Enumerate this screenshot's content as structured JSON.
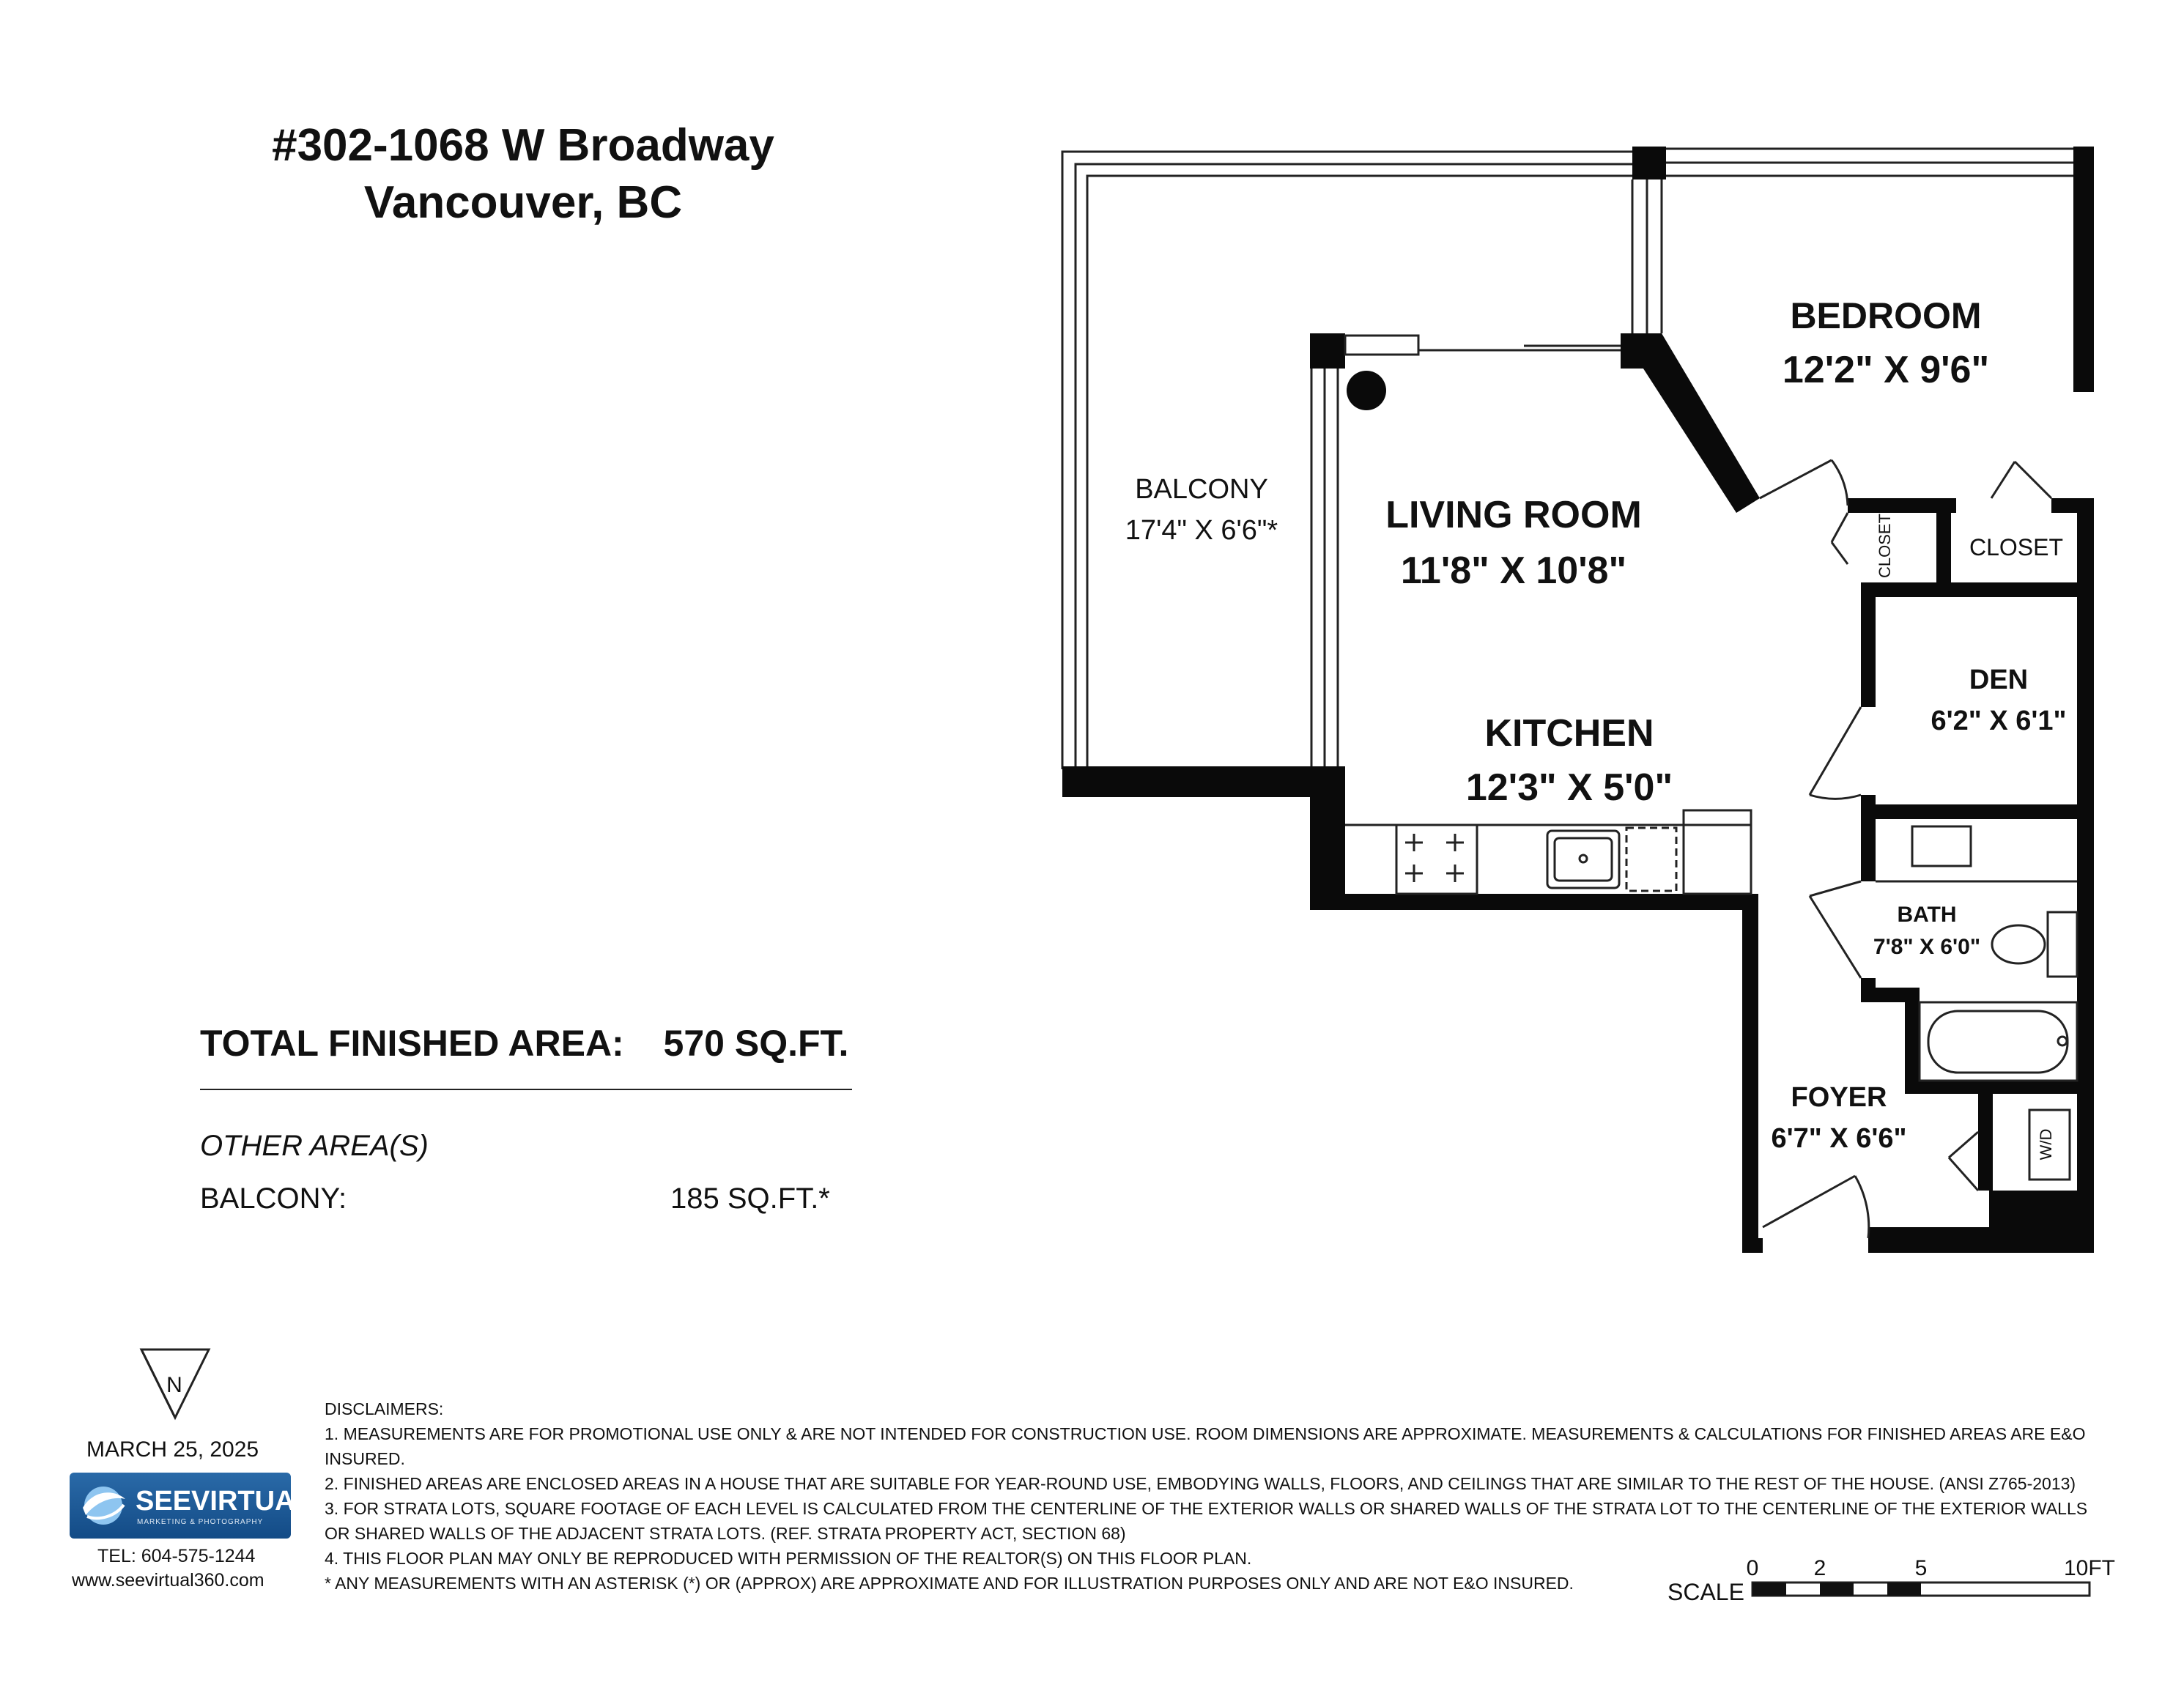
{
  "header": {
    "address_line1": "#302-1068 W Broadway",
    "address_line2": "Vancouver, BC"
  },
  "areas": {
    "total_label": "TOTAL FINISHED AREA:",
    "total_value": "570 SQ.FT.",
    "other_heading": "OTHER AREA(S)",
    "balcony_label": "BALCONY:",
    "balcony_value": "185  SQ.FT.*"
  },
  "rooms": {
    "bedroom": {
      "name": "BEDROOM",
      "dims": "12'2\" X 9'6\""
    },
    "balcony": {
      "name": "BALCONY",
      "dims": "17'4\" X 6'6\"*"
    },
    "living": {
      "name": "LIVING ROOM",
      "dims": "11'8\" X 10'8\""
    },
    "kitchen": {
      "name": "KITCHEN",
      "dims": "12'3\" X 5'0\""
    },
    "closet_small": {
      "name": "CLOSET"
    },
    "closet": {
      "name": "CLOSET"
    },
    "den": {
      "name": "DEN",
      "dims": "6'2\" X 6'1\""
    },
    "bath": {
      "name": "BATH",
      "dims": "7'8\" X 6'0\""
    },
    "foyer": {
      "name": "FOYER",
      "dims": "6'7\" X 6'6\""
    },
    "washer_dryer": {
      "name": "W/D"
    }
  },
  "footer": {
    "north_label": "N",
    "date": "MARCH 25, 2025",
    "logo_name": "SEEVIRTUAL",
    "logo_tagline": "MARKETING & PHOTOGRAPHY",
    "tel": "TEL: 604-575-1244",
    "website": "www.seevirtual360.com",
    "disclaimers_title": "DISCLAIMERS:",
    "disclaimers": [
      "1. MEASUREMENTS ARE FOR PROMOTIONAL USE ONLY & ARE NOT INTENDED FOR CONSTRUCTION USE. ROOM DIMENSIONS ARE APPROXIMATE. MEASUREMENTS & CALCULATIONS FOR FINISHED AREAS ARE E&O INSURED.",
      "2. FINISHED AREAS ARE ENCLOSED AREAS IN A HOUSE THAT ARE SUITABLE FOR YEAR-ROUND USE, EMBODYING WALLS, FLOORS, AND CEILINGS THAT ARE SIMILAR TO THE REST OF THE HOUSE. (ANSI Z765-2013)",
      "3. FOR STRATA LOTS, SQUARE FOOTAGE OF EACH LEVEL IS CALCULATED FROM THE CENTERLINE OF THE EXTERIOR WALLS OR SHARED WALLS OF THE STRATA LOT TO THE CENTERLINE OF THE EXTERIOR WALLS OR SHARED WALLS OF THE ADJACENT STRATA LOTS. (REF. STRATA PROPERTY ACT, SECTION 68)",
      "4. THIS FLOOR PLAN MAY ONLY BE REPRODUCED WITH PERMISSION OF THE REALTOR(S) ON THIS FLOOR PLAN.",
      "* ANY MEASUREMENTS WITH AN ASTERISK (*) OR (APPROX) ARE APPROXIMATE AND FOR ILLUSTRATION PURPOSES ONLY AND ARE NOT E&O INSURED."
    ],
    "scale_label": "SCALE",
    "scale_ticks": [
      "0",
      "2",
      "5",
      "10FT"
    ]
  }
}
